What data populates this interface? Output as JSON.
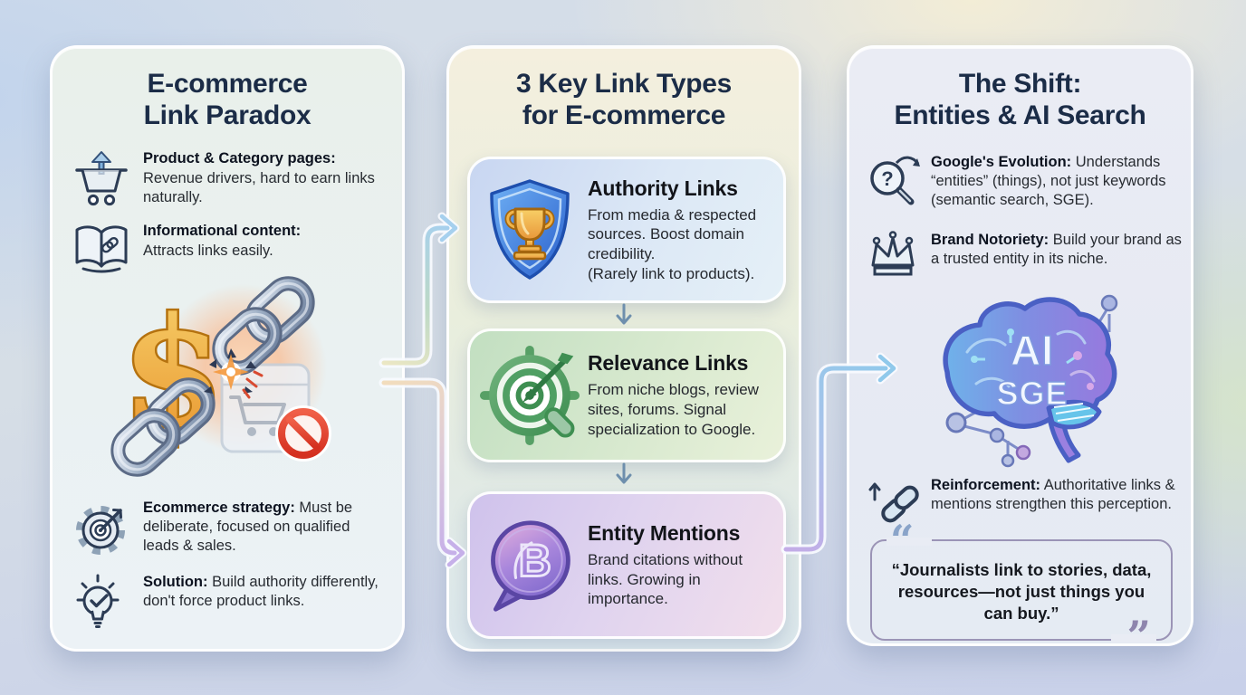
{
  "glyphs": {
    "dollar": "$",
    "question": "?",
    "bubble_letter": "B"
  },
  "colors": {
    "title": "#1b2c47",
    "body": "#272b31",
    "arrow_to_authority_end": "#a6d0ee",
    "arrow_to_entity_end": "#c6b0e9",
    "arrow_to_brain_end": "#90c9eb",
    "down_arrow": "#6e8fad",
    "authority_card": "#c8d6f1",
    "relevance_card": "#c2dfc1",
    "entity_card": "#cfc2ec",
    "shield_blue": "#2a60cc",
    "trophy_gold": "#e8973a",
    "target_green": "#3f8f52",
    "bubble_purple": "#8872cc",
    "no_symbol_red": "#d43020",
    "dollar_gold": "#e8932c",
    "quote_border": "#9b94b6"
  },
  "panels": {
    "left": {
      "title_line1": "E-commerce",
      "title_line2": "Link Paradox",
      "items": [
        {
          "icon": "cart-up-arrow",
          "bold": "Product & Category pages:",
          "text": "Revenue drivers, hard to earn links naturally."
        },
        {
          "icon": "book-link",
          "bold": "Informational content:",
          "text": "Attracts links easily."
        },
        {
          "icon": "gear-target",
          "bold": "Ecommerce strategy:",
          "text": " Must be deliberate, focused on qualified leads & sales."
        },
        {
          "icon": "lightbulb-check",
          "bold": "Solution:",
          "text": " Build authority differently, don't force product links."
        }
      ],
      "illustration": "broken-chain-dollar-cart"
    },
    "middle": {
      "title_line1": "3 Key Link Types",
      "title_line2": "for E-commerce",
      "cards": [
        {
          "icon": "shield-trophy",
          "title": "Authority Links",
          "body": "From media & respected sources. Boost domain credibility.",
          "body2": "(Rarely link to products)."
        },
        {
          "icon": "target-arrow",
          "title": "Relevance Links",
          "body": "From niche blogs, review sites, forums. Signal specialization to Google.",
          "body2": ""
        },
        {
          "icon": "speech-bubble-b",
          "title": "Entity Mentions",
          "body": "Brand citations without links. Growing in importance.",
          "body2": ""
        }
      ]
    },
    "right": {
      "title_line1": "The Shift:",
      "title_line2": "Entities & AI Search",
      "items": [
        {
          "icon": "search-question",
          "bold": "Google's Evolution:",
          "text": " Understands “entities” (things), not just keywords (semantic search, SGE)."
        },
        {
          "icon": "crown",
          "bold": "Brand Notoriety:",
          "text": " Build your brand as a trusted entity in its niche."
        },
        {
          "icon": "link-up",
          "bold": "Reinforcement:",
          "text": " Authoritative links & mentions strengthen this perception."
        }
      ],
      "brain_labels": {
        "top": "AI",
        "bottom": "SGE"
      },
      "quote": {
        "open": "“",
        "text": "“Journalists link to stories, data, resources—not just things you can buy.”",
        "close": "”"
      }
    }
  }
}
